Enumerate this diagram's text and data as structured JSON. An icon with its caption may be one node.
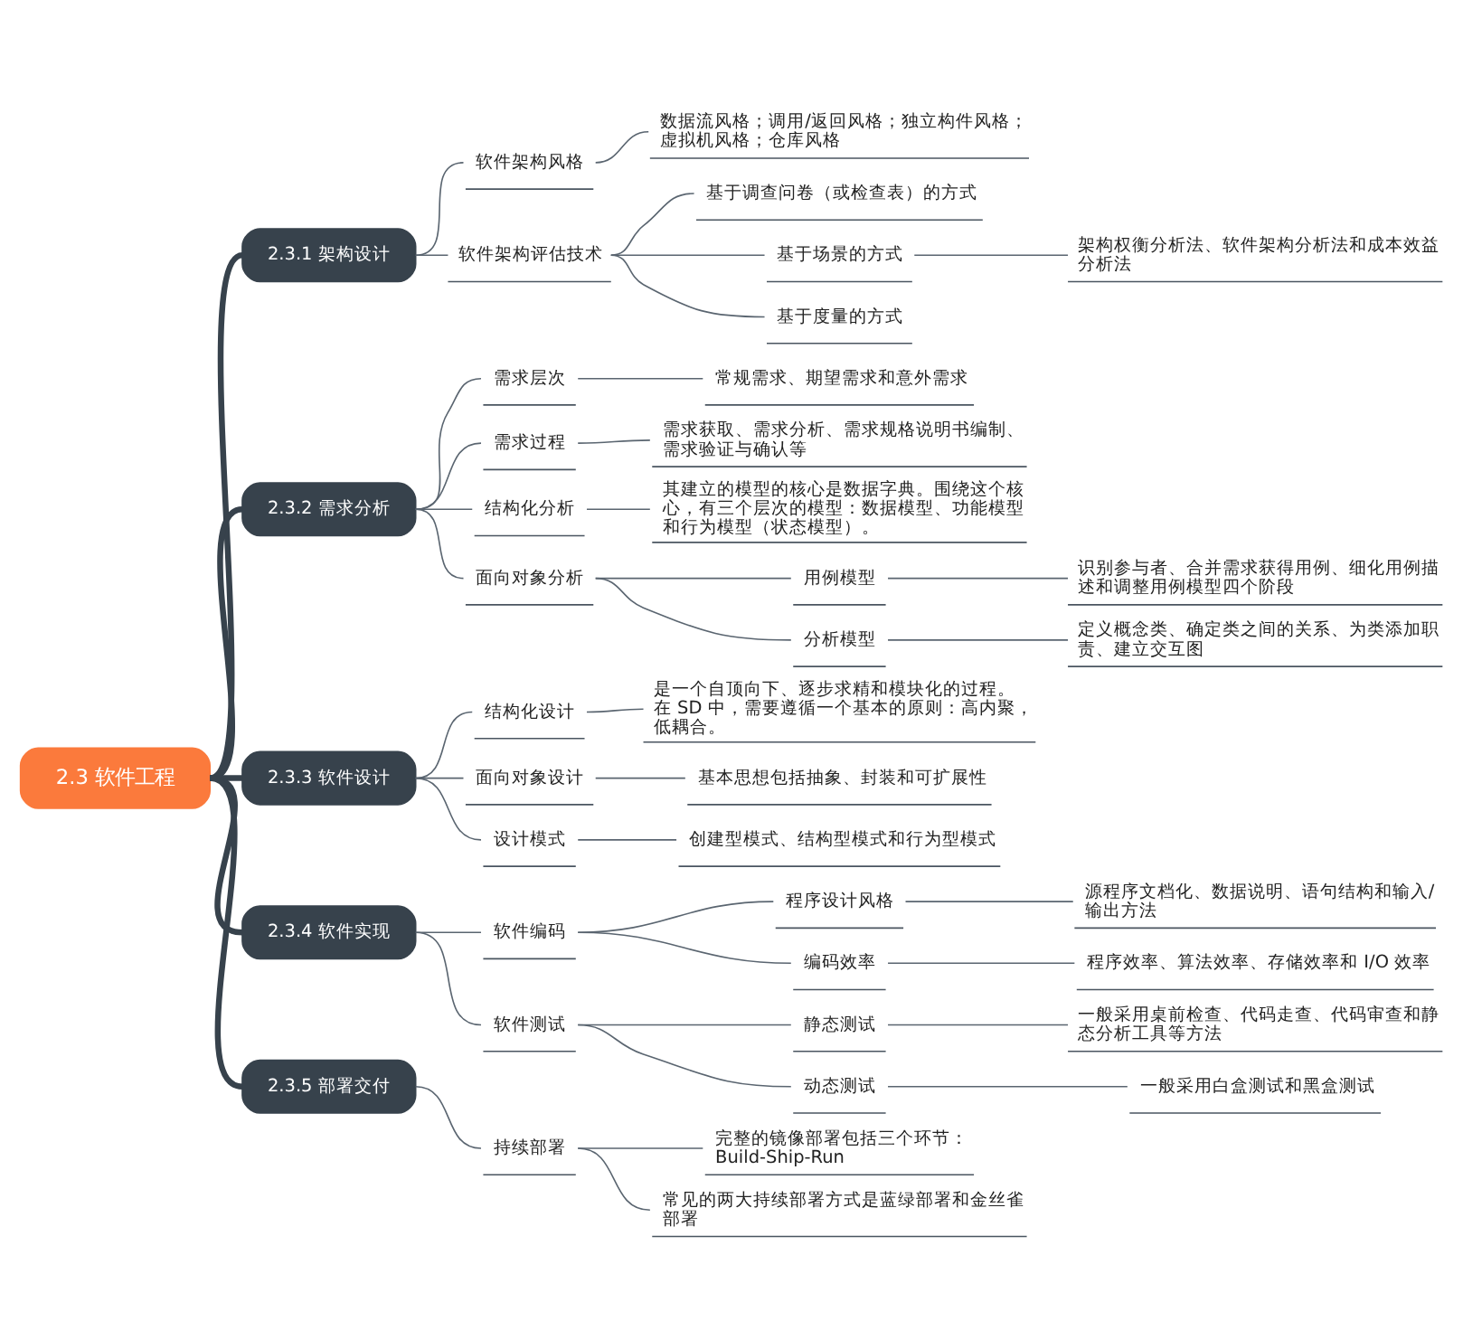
{
  "diagram": {
    "nodes": [
      {
        "text": [
          "2.3 软件工程"
        ]
      },
      {
        "text": [
          "2.3.1 架构设计"
        ]
      },
      {
        "text": [
          "软件架构风格"
        ]
      },
      {
        "text": [
          "数据流风格；调用/返回风格；独立构件风格；虚拟机风格；仓库风格"
        ]
      },
      {
        "text": [
          "软件架构评估技术"
        ]
      },
      {
        "text": [
          "基于调查问卷（或检查表）的方式"
        ]
      },
      {
        "text": [
          "基于场景的方式"
        ]
      },
      {
        "text": [
          "架构权衡分析法、软件架构分析法和成本效益分析法"
        ]
      },
      {
        "text": [
          "基于度量的方式"
        ]
      },
      {
        "text": [
          "2.3.2 需求分析"
        ]
      },
      {
        "text": [
          "需求层次"
        ]
      },
      {
        "text": [
          "常规需求、期望需求和意外需求"
        ]
      },
      {
        "text": [
          "需求过程"
        ]
      },
      {
        "text": [
          "需求获取、需求分析、需求规格说明书编制、需求验证与确认等"
        ]
      },
      {
        "text": [
          "结构化分析"
        ]
      },
      {
        "text": [
          "其建立的模型的核心是数据字典。围绕这个核心，有三个层次的模型：数据模型、功能模型和行为模型（状态模型）。"
        ]
      },
      {
        "text": [
          "面向对象分析"
        ]
      },
      {
        "text": [
          "用例模型"
        ]
      },
      {
        "text": [
          "识别参与者、合并需求获得用例、细化用例描述和调整用例模型四个阶段"
        ]
      },
      {
        "text": [
          "分析模型"
        ]
      },
      {
        "text": [
          "定义概念类、确定类之间的关系、为类添加职责、建立交互图"
        ]
      },
      {
        "text": [
          "2.3.3 软件设计"
        ]
      },
      {
        "text": [
          "结构化设计"
        ]
      },
      {
        "text": [
          "是一个自顶向下、逐步求精和模块化的过程。在 SD 中，需要遵循一个基本的原则：高内聚，低耦合。"
        ]
      },
      {
        "text": [
          "面向对象设计"
        ]
      },
      {
        "text": [
          "基本思想包括抽象、封装和可扩展性"
        ]
      },
      {
        "text": [
          "设计模式"
        ]
      },
      {
        "text": [
          "创建型模式、结构型模式和行为型模式"
        ]
      },
      {
        "text": [
          "2.3.4 软件实现"
        ]
      },
      {
        "text": [
          "软件编码"
        ]
      },
      {
        "text": [
          "程序设计风格"
        ]
      },
      {
        "text": [
          "源程序文档化、数据说明、语句结构和输入/输出方法"
        ]
      },
      {
        "text": [
          "编码效率"
        ]
      },
      {
        "text": [
          "程序效率、算法效率、存储效率和 I/O 效率"
        ]
      },
      {
        "text": [
          "软件测试"
        ]
      },
      {
        "text": [
          "静态测试"
        ]
      },
      {
        "text": [
          "一般采用桌前检查、代码走查、代码审查和静态分析工具等方法"
        ]
      },
      {
        "text": [
          "动态测试"
        ]
      },
      {
        "text": [
          "一般采用白盒测试和黑盒测试"
        ]
      },
      {
        "text": [
          "2.3.5 部署交付"
        ]
      },
      {
        "text": [
          "持续部署"
        ]
      },
      {
        "text": [
          "完整的镜像部署包括三个环节：Build-Ship-Run"
        ]
      },
      {
        "text": [
          "常见的两大持续部署方式是蓝绿部署和金丝雀部署"
        ]
      }
    ],
    "edges": [
      {
        "from": 0,
        "to": 1,
        "arrow": "none",
        "style": "thick"
      },
      {
        "from": 1,
        "to": 2,
        "arrow": "none"
      },
      {
        "from": 2,
        "to": 3,
        "arrow": "none"
      },
      {
        "from": 1,
        "to": 4,
        "arrow": "none"
      },
      {
        "from": 4,
        "to": 5,
        "arrow": "none"
      },
      {
        "from": 4,
        "to": 6,
        "arrow": "none"
      },
      {
        "from": 6,
        "to": 7,
        "arrow": "none"
      },
      {
        "from": 4,
        "to": 8,
        "arrow": "none"
      },
      {
        "from": 0,
        "to": 9,
        "arrow": "none",
        "style": "thick"
      },
      {
        "from": 9,
        "to": 10,
        "arrow": "none"
      },
      {
        "from": 10,
        "to": 11,
        "arrow": "none"
      },
      {
        "from": 9,
        "to": 12,
        "arrow": "none"
      },
      {
        "from": 12,
        "to": 13,
        "arrow": "none"
      },
      {
        "from": 9,
        "to": 14,
        "arrow": "none"
      },
      {
        "from": 14,
        "to": 15,
        "arrow": "none"
      },
      {
        "from": 9,
        "to": 16,
        "arrow": "none"
      },
      {
        "from": 16,
        "to": 17,
        "arrow": "none"
      },
      {
        "from": 17,
        "to": 18,
        "arrow": "none"
      },
      {
        "from": 16,
        "to": 19,
        "arrow": "none"
      },
      {
        "from": 19,
        "to": 20,
        "arrow": "none"
      },
      {
        "from": 0,
        "to": 21,
        "arrow": "none",
        "style": "thick"
      },
      {
        "from": 21,
        "to": 22,
        "arrow": "none"
      },
      {
        "from": 22,
        "to": 23,
        "arrow": "none"
      },
      {
        "from": 21,
        "to": 24,
        "arrow": "none"
      },
      {
        "from": 24,
        "to": 25,
        "arrow": "none"
      },
      {
        "from": 21,
        "to": 26,
        "arrow": "none"
      },
      {
        "from": 26,
        "to": 27,
        "arrow": "none"
      },
      {
        "from": 0,
        "to": 28,
        "arrow": "none",
        "style": "thick"
      },
      {
        "from": 28,
        "to": 29,
        "arrow": "none"
      },
      {
        "from": 29,
        "to": 30,
        "arrow": "none"
      },
      {
        "from": 30,
        "to": 31,
        "arrow": "none"
      },
      {
        "from": 29,
        "to": 32,
        "arrow": "none"
      },
      {
        "from": 32,
        "to": 33,
        "arrow": "none"
      },
      {
        "from": 28,
        "to": 34,
        "arrow": "none"
      },
      {
        "from": 34,
        "to": 35,
        "arrow": "none"
      },
      {
        "from": 35,
        "to": 36,
        "arrow": "none"
      },
      {
        "from": 34,
        "to": 37,
        "arrow": "none"
      },
      {
        "from": 37,
        "to": 38,
        "arrow": "none"
      },
      {
        "from": 0,
        "to": 39,
        "arrow": "none",
        "style": "thick"
      },
      {
        "from": 39,
        "to": 40,
        "arrow": "none"
      },
      {
        "from": 40,
        "to": 41,
        "arrow": "none"
      },
      {
        "from": 40,
        "to": 42,
        "arrow": "none"
      }
    ]
  }
}
